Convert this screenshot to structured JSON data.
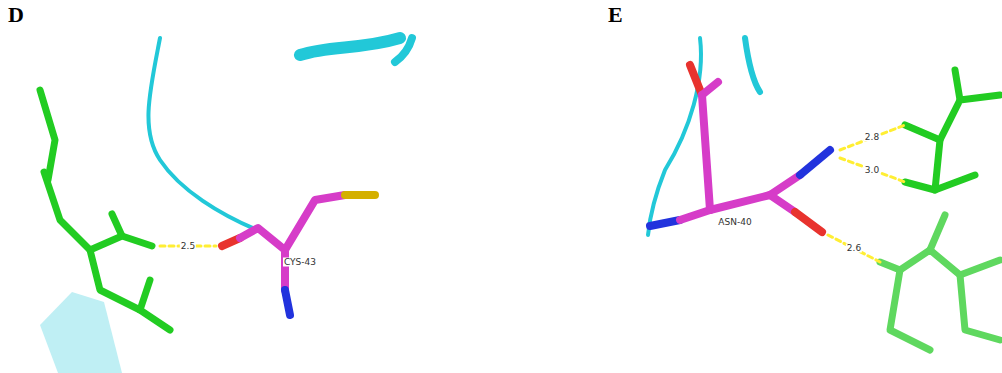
{
  "diagram": {
    "labels": [
      "D",
      "E",
      "2.5",
      "CYS-43",
      "2.8",
      "3.0",
      "ASN-40",
      "2.6"
    ]
  }
}
